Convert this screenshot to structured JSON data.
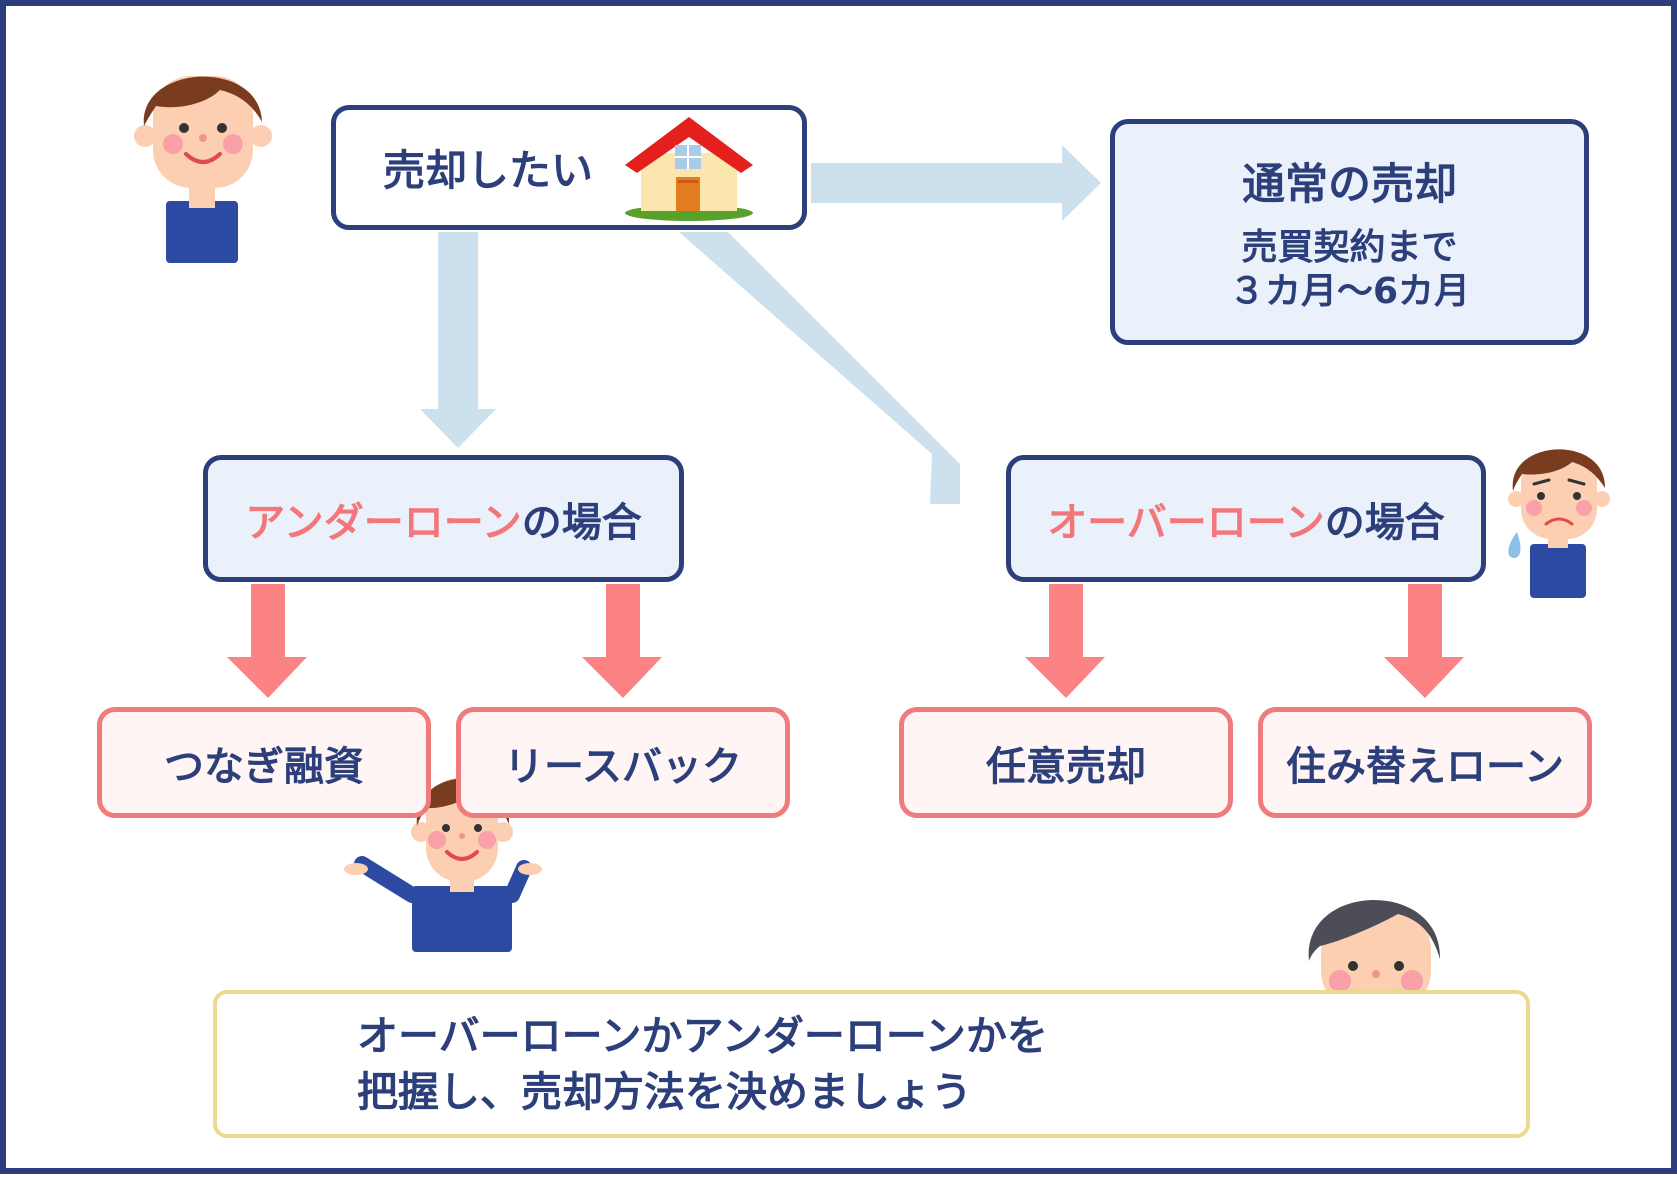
{
  "colors": {
    "navy": "#2c3f7a",
    "box_fill": "#eaf1fb",
    "flow_arrow": "#cce0ee",
    "branch_arrow": "#fb8383",
    "highlight_text": "#f2767a",
    "note_border": "#eadb8c"
  },
  "start": {
    "label": "売却したい",
    "icon": "house-icon"
  },
  "normal_sale": {
    "title": "通常の売却",
    "detail_line1": "売買契約まで",
    "detail_line2": "３カ月〜6カ月"
  },
  "under_loan": {
    "title_highlight": "アンダーローン",
    "title_suffix": "の場合",
    "options": [
      "つなぎ融資",
      "リースバック"
    ]
  },
  "over_loan": {
    "title_highlight": "オーバーローン",
    "title_suffix": "の場合",
    "options": [
      "任意売却",
      "住み替えローン"
    ]
  },
  "note": {
    "line1": "オーバーローンかアンダーローンかを",
    "line2": "把握し、売却方法を決めましょう"
  },
  "characters": [
    "smiling-man-icon",
    "worried-man-icon",
    "shrugging-man-icon",
    "advisor-woman-icon"
  ]
}
